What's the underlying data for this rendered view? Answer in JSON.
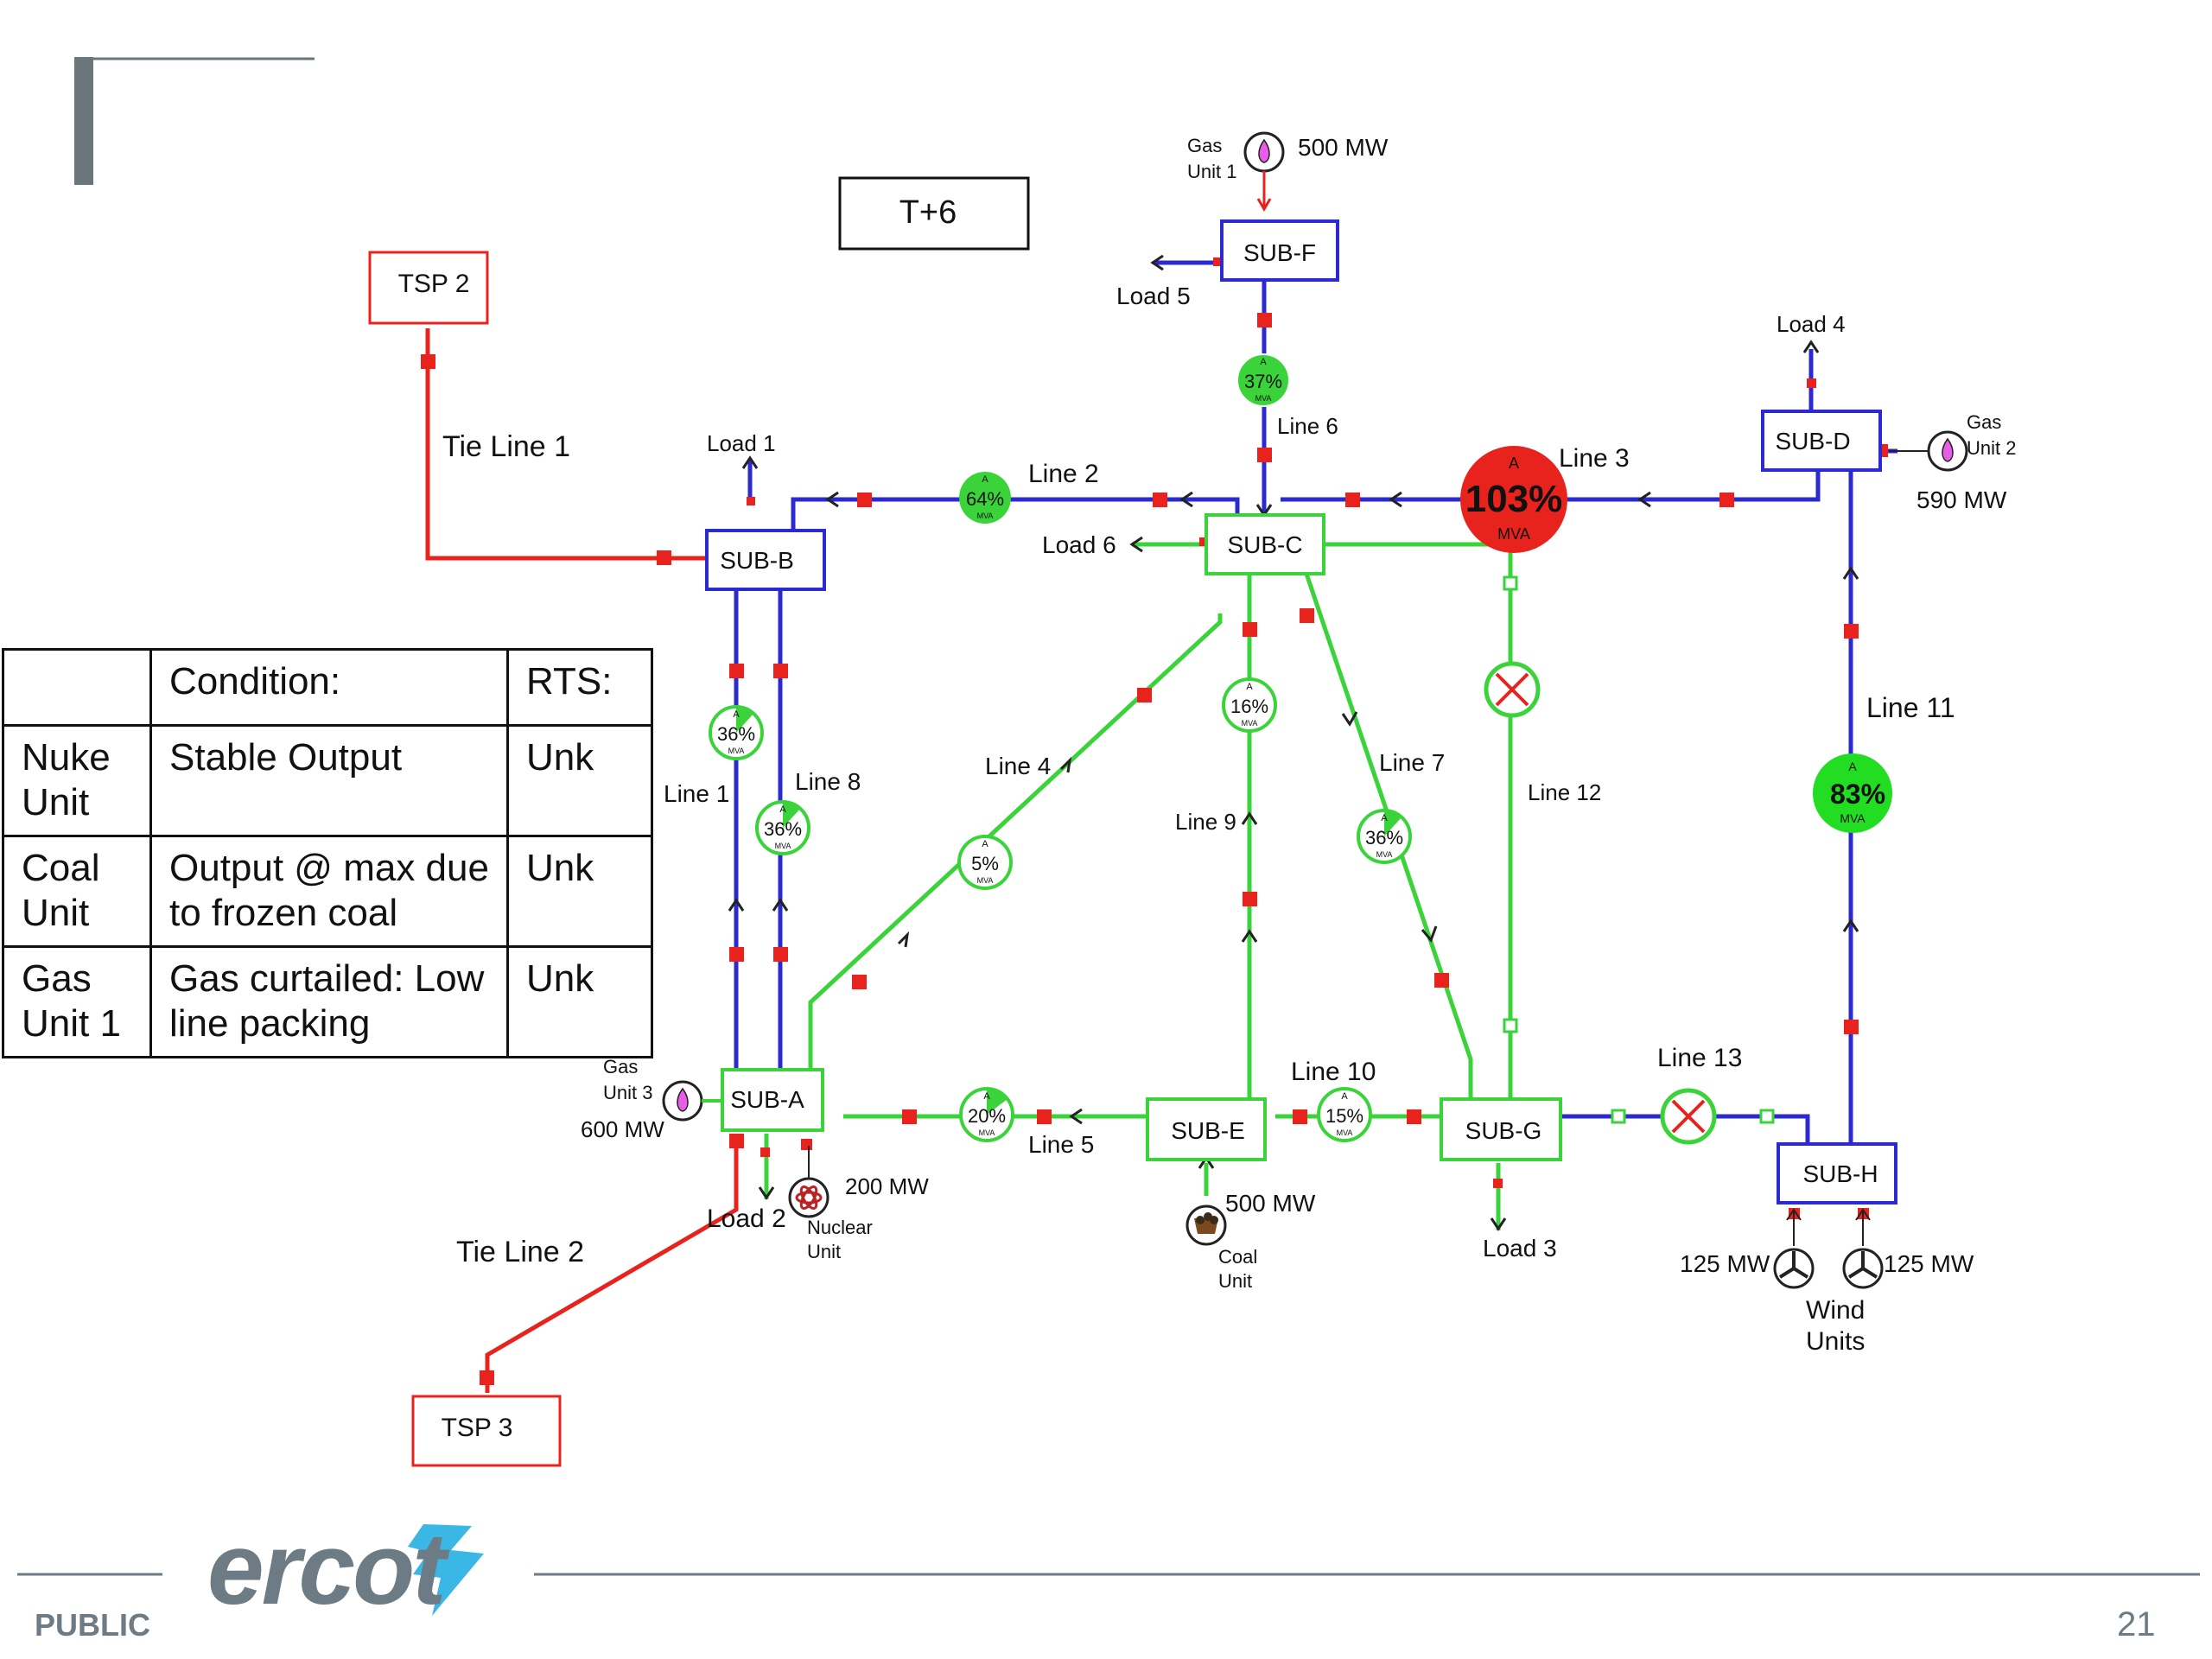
{
  "time_step": "T+6",
  "colors": {
    "energized": "#2a2ad0",
    "normal_flow": "#3ad43a",
    "tie_line": "#e8231e",
    "overload": "#e8231e"
  },
  "substations": {
    "sub_a": "SUB-A",
    "sub_b": "SUB-B",
    "sub_c": "SUB-C",
    "sub_d": "SUB-D",
    "sub_e": "SUB-E",
    "sub_f": "SUB-F",
    "sub_g": "SUB-G",
    "sub_h": "SUB-H"
  },
  "tsp": {
    "tsp2": "TSP 2",
    "tsp3": "TSP 3"
  },
  "lines": {
    "tie1": "Tie Line 1",
    "tie2": "Tie Line 2",
    "l1": "Line 1",
    "l2": "Line 2",
    "l3": "Line 3",
    "l4": "Line 4",
    "l5": "Line 5",
    "l6": "Line 6",
    "l7": "Line 7",
    "l8": "Line 8",
    "l9": "Line 9",
    "l10": "Line 10",
    "l11": "Line 11",
    "l12": "Line 12",
    "l13": "Line 13"
  },
  "loading": {
    "l1": "36%",
    "l2": "64%",
    "l3": "103%",
    "l4": "5%",
    "l5": "20%",
    "l6": "37%",
    "l7": "36%",
    "l8": "36%",
    "l9": "16%",
    "l10": "15%",
    "l11": "83%"
  },
  "meter_top": "A",
  "meter_bottom": "MVA",
  "loads": {
    "load1": "Load 1",
    "load2": "Load 2",
    "load3": "Load 3",
    "load4": "Load 4",
    "load5": "Load 5",
    "load6": "Load 6"
  },
  "generators": {
    "gas1_line1": "Gas",
    "gas1_line2": "Unit 1",
    "gas1_mw": "500 MW",
    "gas2_line1": "Gas",
    "gas2_line2": "Unit 2",
    "gas2_mw": "590 MW",
    "gas3_line1": "Gas",
    "gas3_line2": "Unit 3",
    "gas3_mw": "600 MW",
    "nuke_line1": "Nuclear",
    "nuke_line2": "Unit",
    "nuke_mw": "200 MW",
    "coal_line1": "Coal",
    "coal_line2": "Unit",
    "coal_mw": "500 MW",
    "wind_mw_left": "125 MW",
    "wind_mw_right": "125 MW",
    "wind_line1": "Wind",
    "wind_line2": "Units"
  },
  "table": {
    "headers": [
      "",
      "Condition:",
      "RTS:"
    ],
    "rows": [
      {
        "unit": "Nuke Unit",
        "condition": "Stable Output",
        "rts": "Unk"
      },
      {
        "unit": "Coal Unit",
        "condition": "Output @ max due to frozen coal",
        "rts": "Unk"
      },
      {
        "unit": "Gas Unit 1",
        "condition": "Gas curtailed: Low line packing",
        "rts": "Unk"
      }
    ]
  },
  "footer": {
    "brand": "ercot",
    "classification": "PUBLIC",
    "page": "21"
  }
}
